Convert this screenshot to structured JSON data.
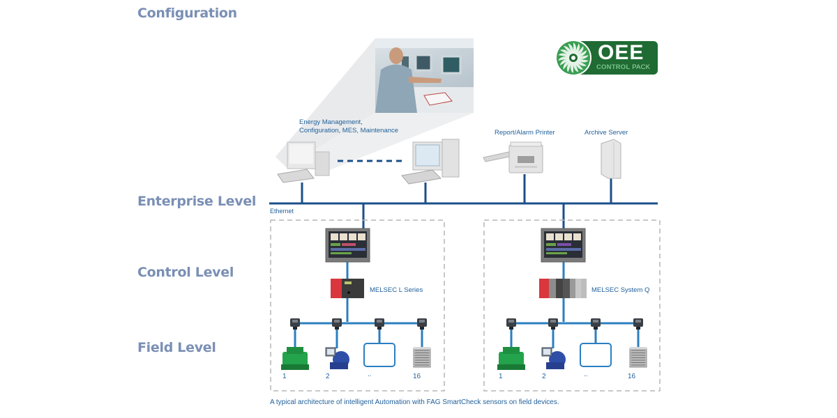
{
  "levels": {
    "configuration": "Configuration",
    "enterprise": "Enterprise Level",
    "control": "Control Level",
    "field": "Field Level"
  },
  "logo": {
    "main": "OEE",
    "sub_strong": "CONTROL",
    "sub_light": " PACK",
    "colors": {
      "box": "#1f6b33",
      "text": "#ffffff",
      "sub": "#79c38a"
    }
  },
  "enterprise": {
    "workstation_label": "Energy Management,\nConfiguration, MES, Maintenance",
    "workstation_label_line1": "Energy Management,",
    "workstation_label_line2": "Configuration, MES, Maintenance",
    "printer_label": "Report/Alarm Printer",
    "server_label": "Archive Server",
    "network_label": "Ethernet"
  },
  "control": {
    "left_plc_label": "MELSEC L Series",
    "right_plc_label": "MELSEC System Q"
  },
  "field": {
    "left_devices": [
      "1",
      "2",
      "..",
      "16"
    ],
    "right_devices": [
      "1",
      "2",
      "..",
      "16"
    ]
  },
  "caption": "A typical architecture of intelligent Automation with FAG SmartCheck sensors on field devices.",
  "colors": {
    "level_label": "#7a8fb5",
    "ethernet": "#1b4f8a",
    "fieldbus": "#2b7fc0",
    "text": "#1f5f9a",
    "dashed_border": "#b5b5b5"
  }
}
